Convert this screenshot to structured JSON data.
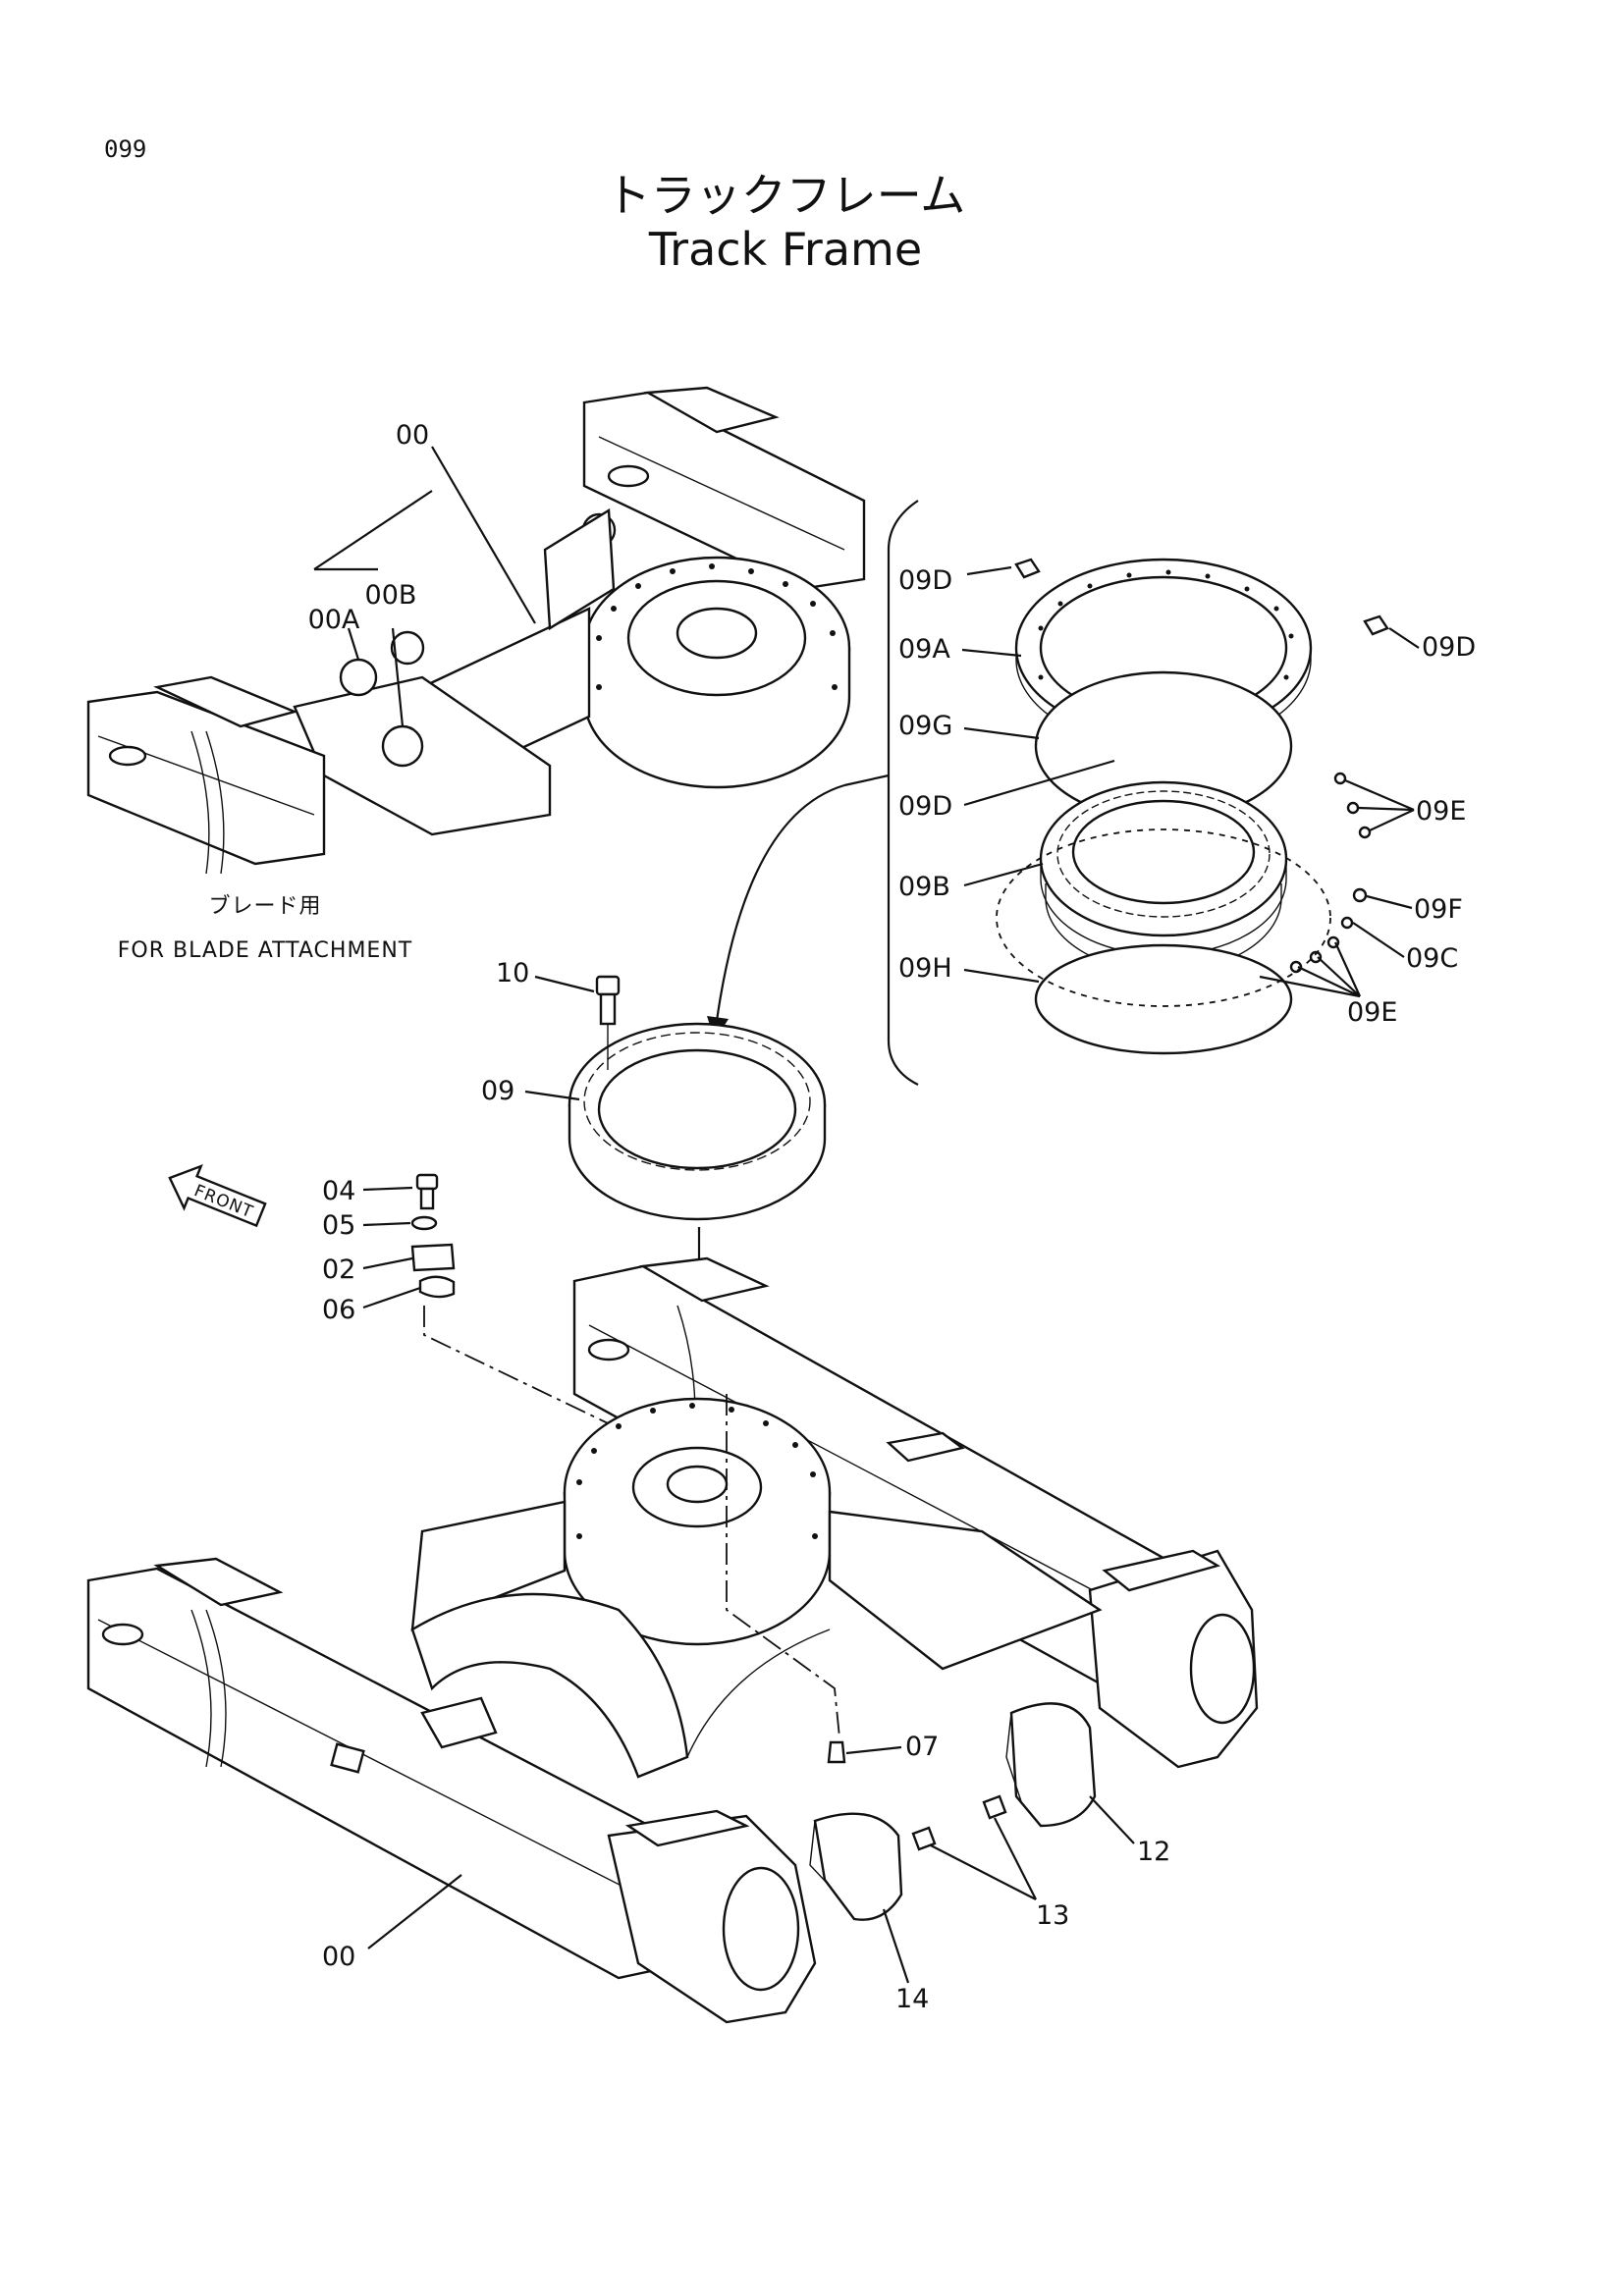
{
  "page_number": "099",
  "title_jp": "トラックフレーム",
  "title_en": "Track Frame",
  "front_label": "FRONT",
  "blade_note": {
    "jp": "ブレード用",
    "en": "FOR BLADE ATTACHMENT"
  },
  "callouts": {
    "c00_top": "00",
    "c00a": "00A",
    "c00b": "00B",
    "c00_bottom": "00",
    "c02": "02",
    "c04": "04",
    "c05": "05",
    "c06": "06",
    "c07": "07",
    "c09": "09",
    "c10": "10",
    "c12": "12",
    "c13": "13",
    "c14": "14",
    "c09a": "09A",
    "c09b": "09B",
    "c09c": "09C",
    "c09d_top_left": "09D",
    "c09d_top_right": "09D",
    "c09d_mid": "09D",
    "c09e_upper": "09E",
    "c09e_lower": "09E",
    "c09f": "09F",
    "c09g": "09G",
    "c09h": "09H"
  }
}
